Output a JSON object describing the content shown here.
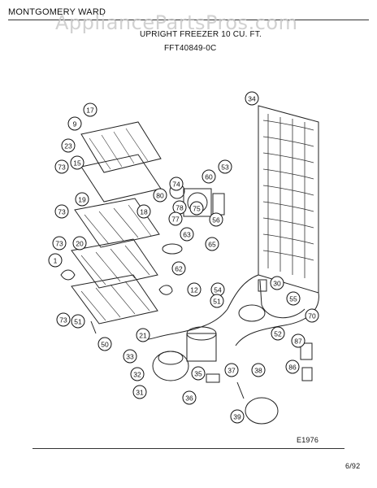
{
  "header": {
    "brand": "MONTGOMERY WARD",
    "watermark": "AppliancePartsPros.com",
    "product": "UPRIGHT FREEZER 10 CU. FT.",
    "model": "FFT40849-0C"
  },
  "footer": {
    "diagram_code": "E1976",
    "date": "6/92"
  },
  "callouts": [
    "9",
    "17",
    "23",
    "15",
    "73",
    "19",
    "73",
    "20",
    "73",
    "1",
    "73",
    "51",
    "50",
    "21",
    "74",
    "80",
    "60",
    "53",
    "78",
    "77",
    "75",
    "18",
    "56",
    "63",
    "65",
    "62",
    "12",
    "54",
    "51",
    "30",
    "55",
    "70",
    "52",
    "87",
    "86",
    "33",
    "32",
    "31",
    "35",
    "36",
    "37",
    "38",
    "39",
    "34"
  ]
}
